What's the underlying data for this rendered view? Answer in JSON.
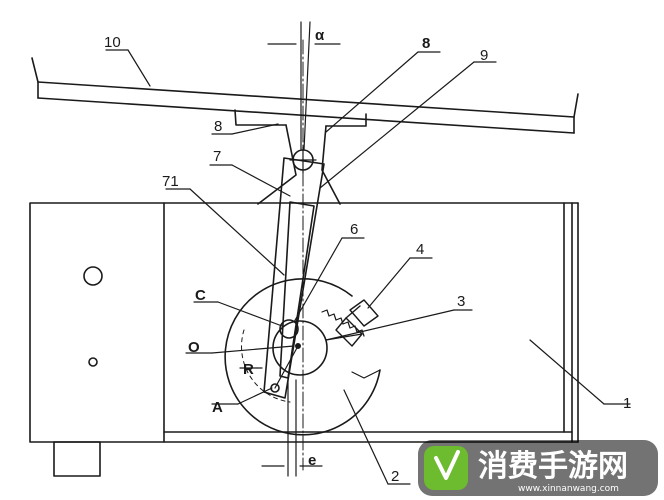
{
  "labels": {
    "l10": "10",
    "l8a": "8",
    "l9": "9",
    "l8b": "8",
    "l7": "7",
    "l71": "71",
    "l6": "6",
    "l4": "4",
    "l3": "3",
    "lC": "C",
    "lO": "O",
    "lR": "R",
    "lA": "A",
    "l1": "1",
    "l2": "2",
    "alpha": "α",
    "e": "e"
  },
  "watermark": {
    "title": "消费手游网",
    "url": "www.xinnanwang.com",
    "logo_color": "#6dbb2e"
  },
  "colors": {
    "line": "#1a1a1a"
  }
}
